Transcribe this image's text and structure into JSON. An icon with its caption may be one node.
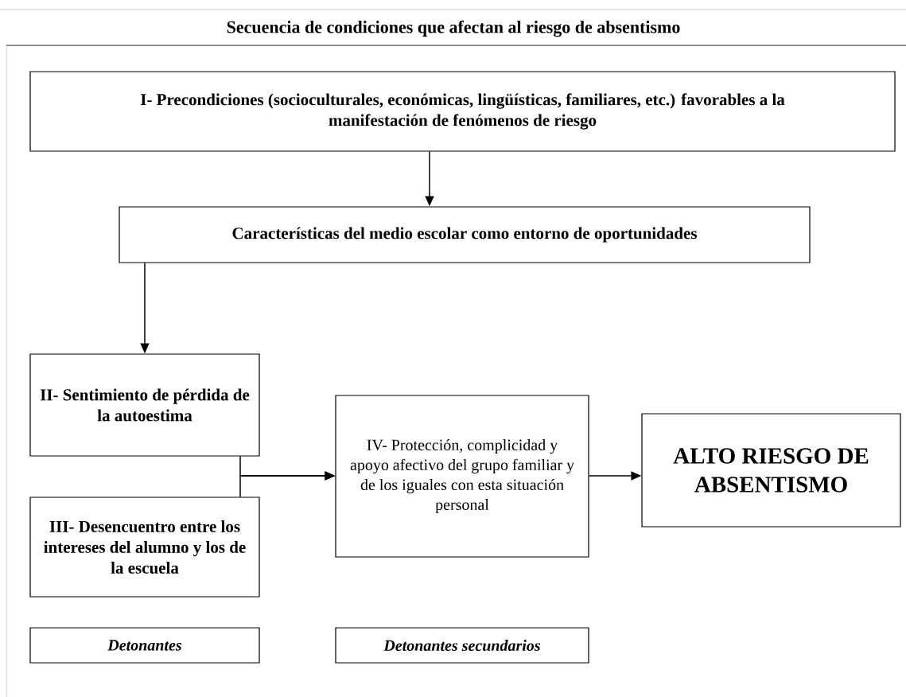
{
  "diagram": {
    "title": "Secuencia de condiciones que afectan al riesgo de absentismo",
    "nodes": [
      {
        "text": [
          "I- Precondiciones (socioculturales, económicas, lingüísticas, familiares, etc.) favorables a la manifestación de fenómenos de riesgo"
        ]
      },
      {
        "text": [
          "Características del medio escolar como entorno de oportunidades"
        ]
      },
      {
        "text": [
          "II- Sentimiento de pérdida de la autoestima"
        ]
      },
      {
        "text": [
          "III- Desencuentro entre los intereses del alumno y los de la escuela"
        ]
      },
      {
        "text": [
          "IV- Protección, complicidad y apoyo afectivo del grupo familiar y de los iguales con esta situación personal"
        ]
      },
      {
        "text": [
          "ALTO RIESGO DE ABSENTISMO"
        ]
      },
      {
        "text": [
          "Detonantes"
        ]
      },
      {
        "text": [
          "Detonantes secundarios"
        ]
      }
    ],
    "edges": [
      {
        "from": 0,
        "to": 1,
        "arrow": "to"
      },
      {
        "from": 1,
        "to": 2,
        "arrow": "to"
      },
      {
        "from": 2,
        "to": 4,
        "arrow": "to"
      },
      {
        "from": 3,
        "to": 4,
        "arrow": "to"
      },
      {
        "from": 4,
        "to": 5,
        "arrow": "to"
      }
    ]
  }
}
